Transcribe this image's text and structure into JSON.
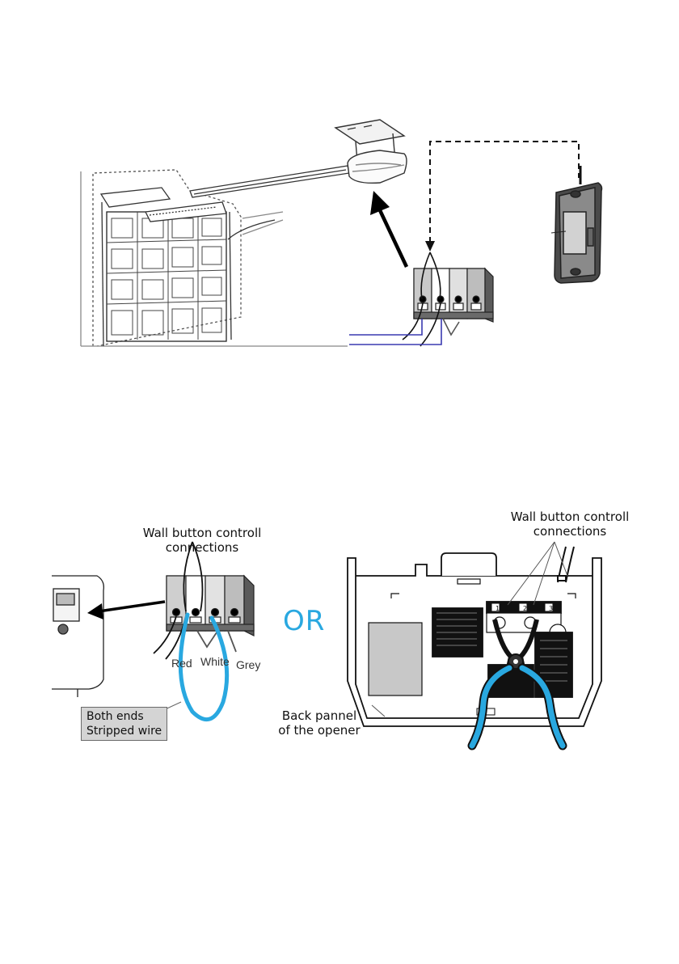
{
  "top_figure": {
    "parts": [
      "garage-door",
      "door-rail",
      "opener-unit",
      "terminal-block",
      "wall-control-button"
    ]
  },
  "bottom_left": {
    "title_line1": "Wall button controll",
    "title_line2": "connections",
    "wire_labels": {
      "red": "Red",
      "white": "White",
      "grey": "Grey"
    },
    "note_line1": "Both ends",
    "note_line2": "Stripped wire",
    "wire_color": "#29a8e0"
  },
  "or_label": "OR",
  "bottom_right": {
    "title_line1": "Wall button controll",
    "title_line2": "connections",
    "panel_label_line1": "Back pannel",
    "panel_label_line2": "of the opener",
    "terminal_numbers": [
      "1",
      "2",
      "3"
    ],
    "plier_color": "#29a8e0"
  }
}
